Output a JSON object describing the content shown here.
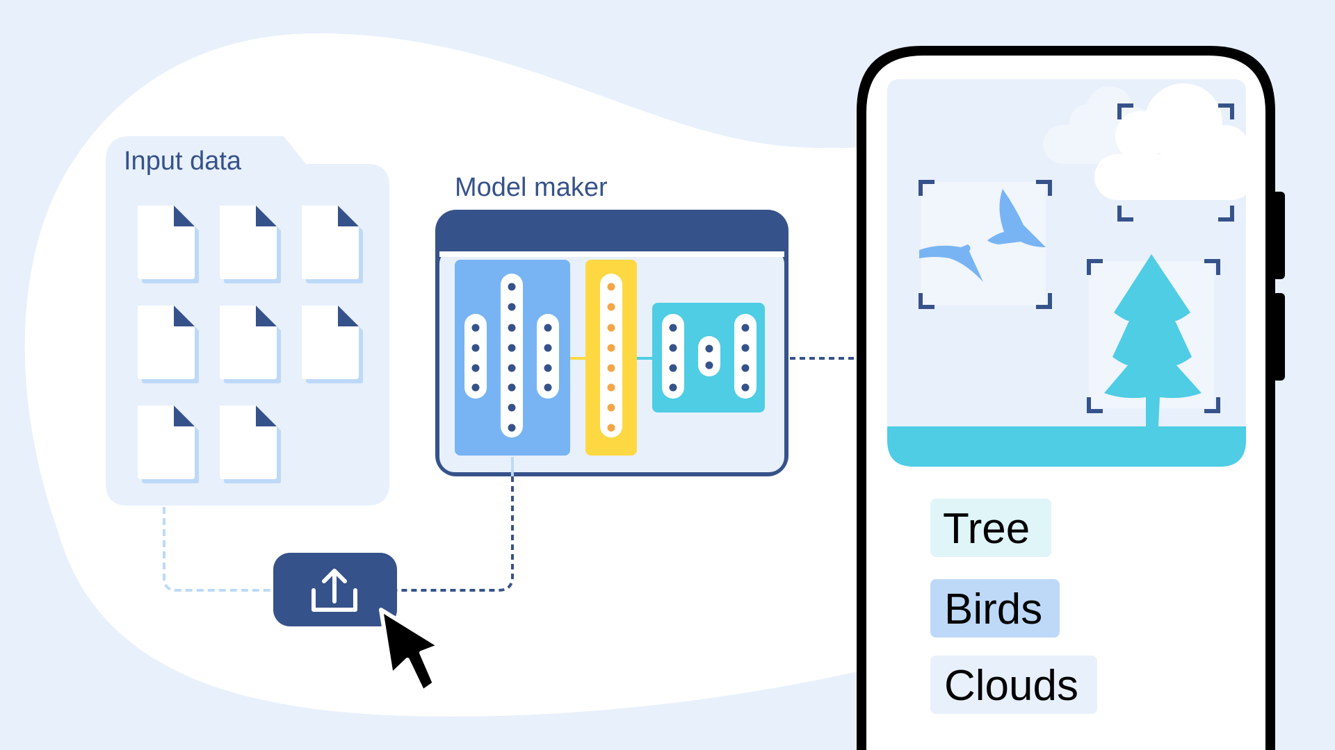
{
  "input_panel": {
    "label": "Input data",
    "file_count": 8
  },
  "model_panel": {
    "label": "Model maker"
  },
  "upload": {
    "icon": "upload-icon"
  },
  "labels": [
    "Tree",
    "Birds",
    "Clouds"
  ],
  "colors": {
    "background": "#e8f0fb",
    "blob": "#ffffff",
    "panel": "#e8f0fb",
    "navy": "#36528a",
    "blue_layer": "#78b4f4",
    "yellow_layer": "#fdd843",
    "cyan_layer": "#4ecde4",
    "tag_tree": "#e0f5f8",
    "tag_birds": "#bed9f8",
    "tag_clouds": "#e8f0fb"
  }
}
